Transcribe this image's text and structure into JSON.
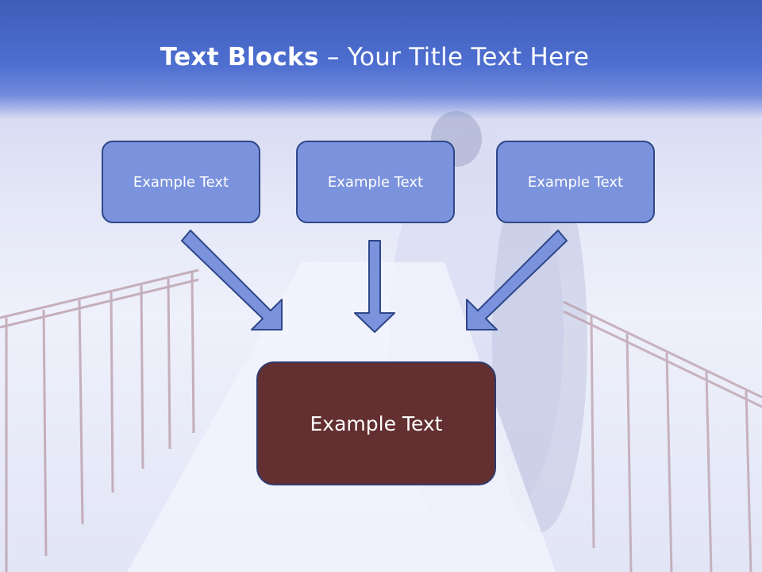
{
  "title": {
    "bold": "Text Blocks",
    "separator": " – ",
    "rest": "Your Title Text Here"
  },
  "blocks": [
    {
      "label": "Example Text"
    },
    {
      "label": "Example Text"
    },
    {
      "label": "Example Text"
    }
  ],
  "target": {
    "label": "Example Text"
  },
  "colors": {
    "header": "#4e6fd1",
    "block_fill": "#7b92dd",
    "block_border": "#2e4787",
    "target_fill": "#632f30",
    "arrow_fill": "#7b92dd"
  }
}
